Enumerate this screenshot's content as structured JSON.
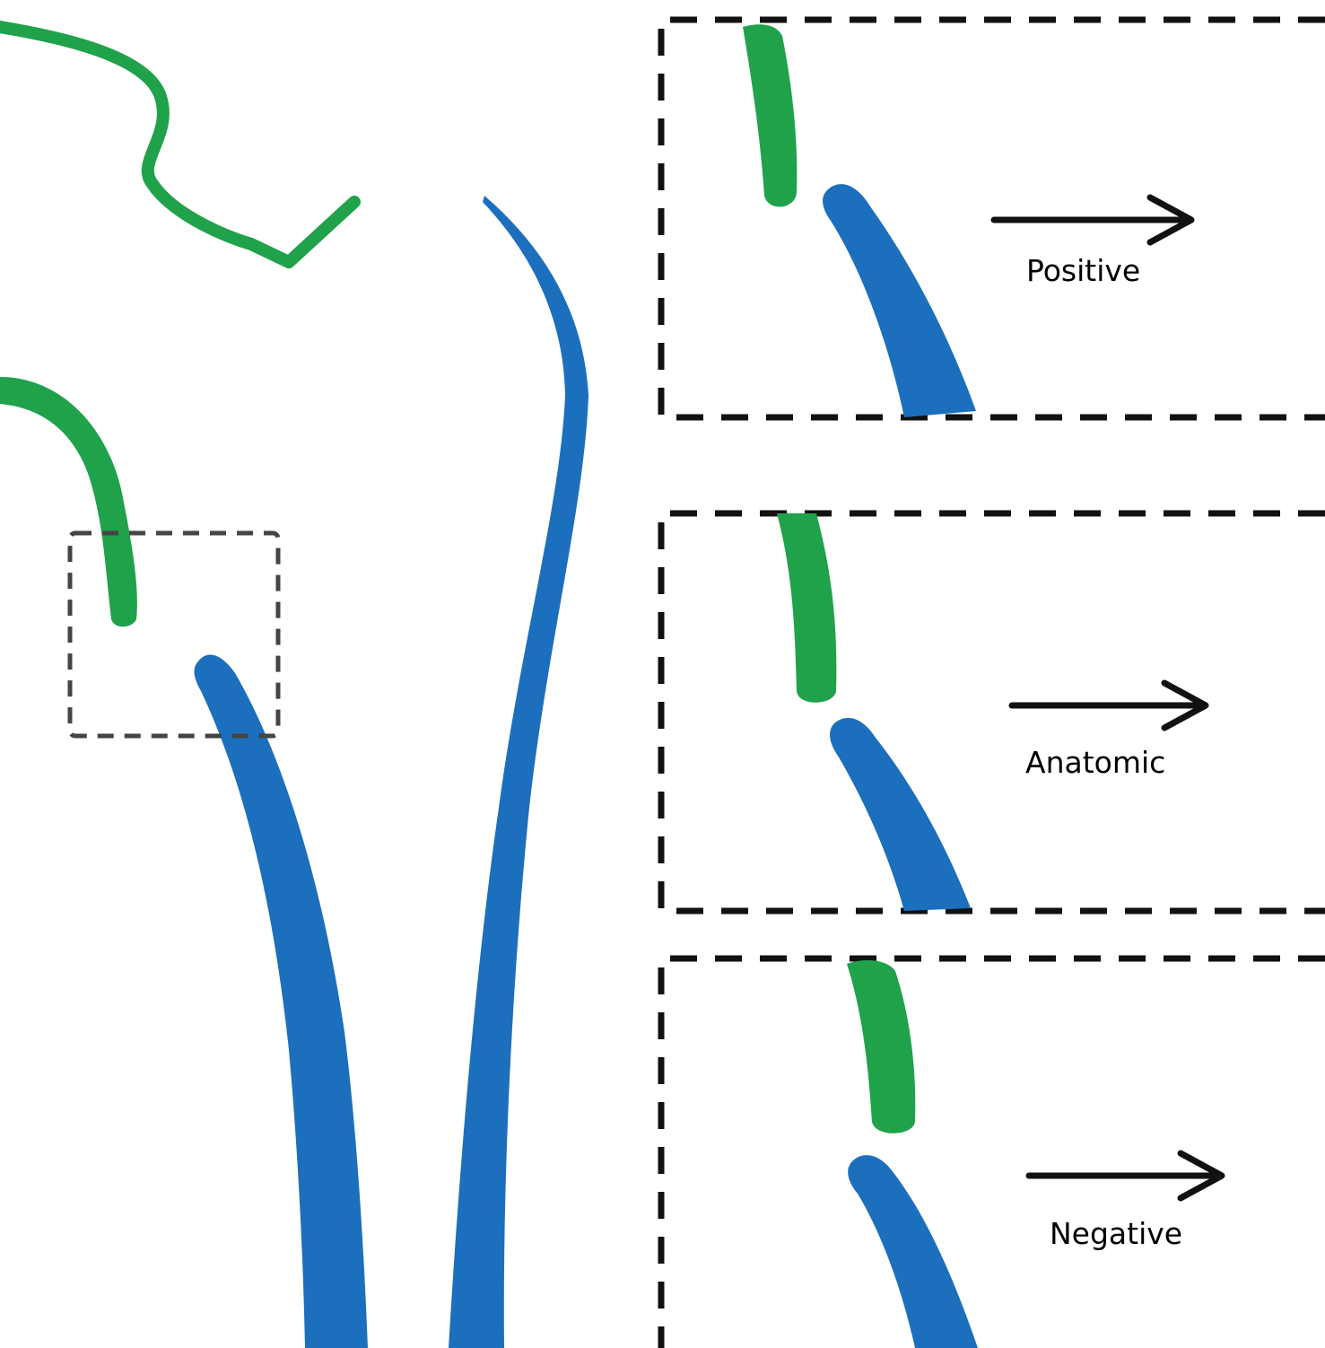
{
  "colors": {
    "green": "#1fa24a",
    "blue": "#1c6fbd",
    "frame": "#111111",
    "inset_frame": "#444444",
    "background": "#ffffff"
  },
  "panels": [
    {
      "label": "Positive"
    },
    {
      "label": "Anatomic"
    },
    {
      "label": "Negative"
    }
  ]
}
